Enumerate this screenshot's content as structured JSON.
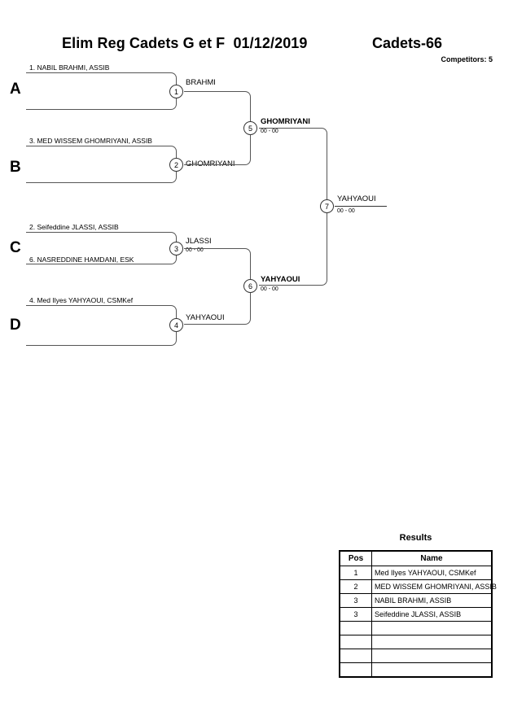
{
  "header": {
    "title": "Elim Reg Cadets G et F  01/12/2019",
    "category": "Cadets-66",
    "competitors": "Competitors: 5"
  },
  "bracket": {
    "groups": [
      {
        "letter": "A",
        "top_seed": "1. NABIL BRAHMI, ASSIB",
        "bottom_seed": ""
      },
      {
        "letter": "B",
        "top_seed": "3. MED WISSEM GHOMRIYANI, ASSIB",
        "bottom_seed": ""
      },
      {
        "letter": "C",
        "top_seed": "2. Seifeddine JLASSI, ASSIB",
        "bottom_seed": "6. NASREDDINE HAMDANI, ESK"
      },
      {
        "letter": "D",
        "top_seed": "4. Med Ilyes YAHYAOUI, CSMKef",
        "bottom_seed": ""
      }
    ],
    "matches": [
      {
        "number": "1",
        "winner": "BRAHMI",
        "score": ""
      },
      {
        "number": "2",
        "winner": "GHOMRIYANI",
        "score": ""
      },
      {
        "number": "3",
        "winner": "JLASSI",
        "score": "00 - 00"
      },
      {
        "number": "4",
        "winner": "YAHYAOUI",
        "score": ""
      },
      {
        "number": "5",
        "winner": "GHOMRIYANI",
        "score": "00 - 00"
      },
      {
        "number": "6",
        "winner": "YAHYAOUI",
        "score": "00 - 00"
      },
      {
        "number": "7",
        "winner": "YAHYAOUI",
        "score": "00 - 00"
      }
    ]
  },
  "results": {
    "heading": "Results",
    "columns": [
      "Pos",
      "Name"
    ],
    "rows": [
      {
        "pos": "1",
        "name": "Med Ilyes YAHYAOUI, CSMKef"
      },
      {
        "pos": "2",
        "name": "MED WISSEM GHOMRIYANI, ASSIB"
      },
      {
        "pos": "3",
        "name": "NABIL BRAHMI, ASSIB"
      },
      {
        "pos": "3",
        "name": "Seifeddine JLASSI, ASSIB"
      },
      {
        "pos": "",
        "name": ""
      },
      {
        "pos": "",
        "name": ""
      },
      {
        "pos": "",
        "name": ""
      },
      {
        "pos": "",
        "name": ""
      }
    ]
  }
}
